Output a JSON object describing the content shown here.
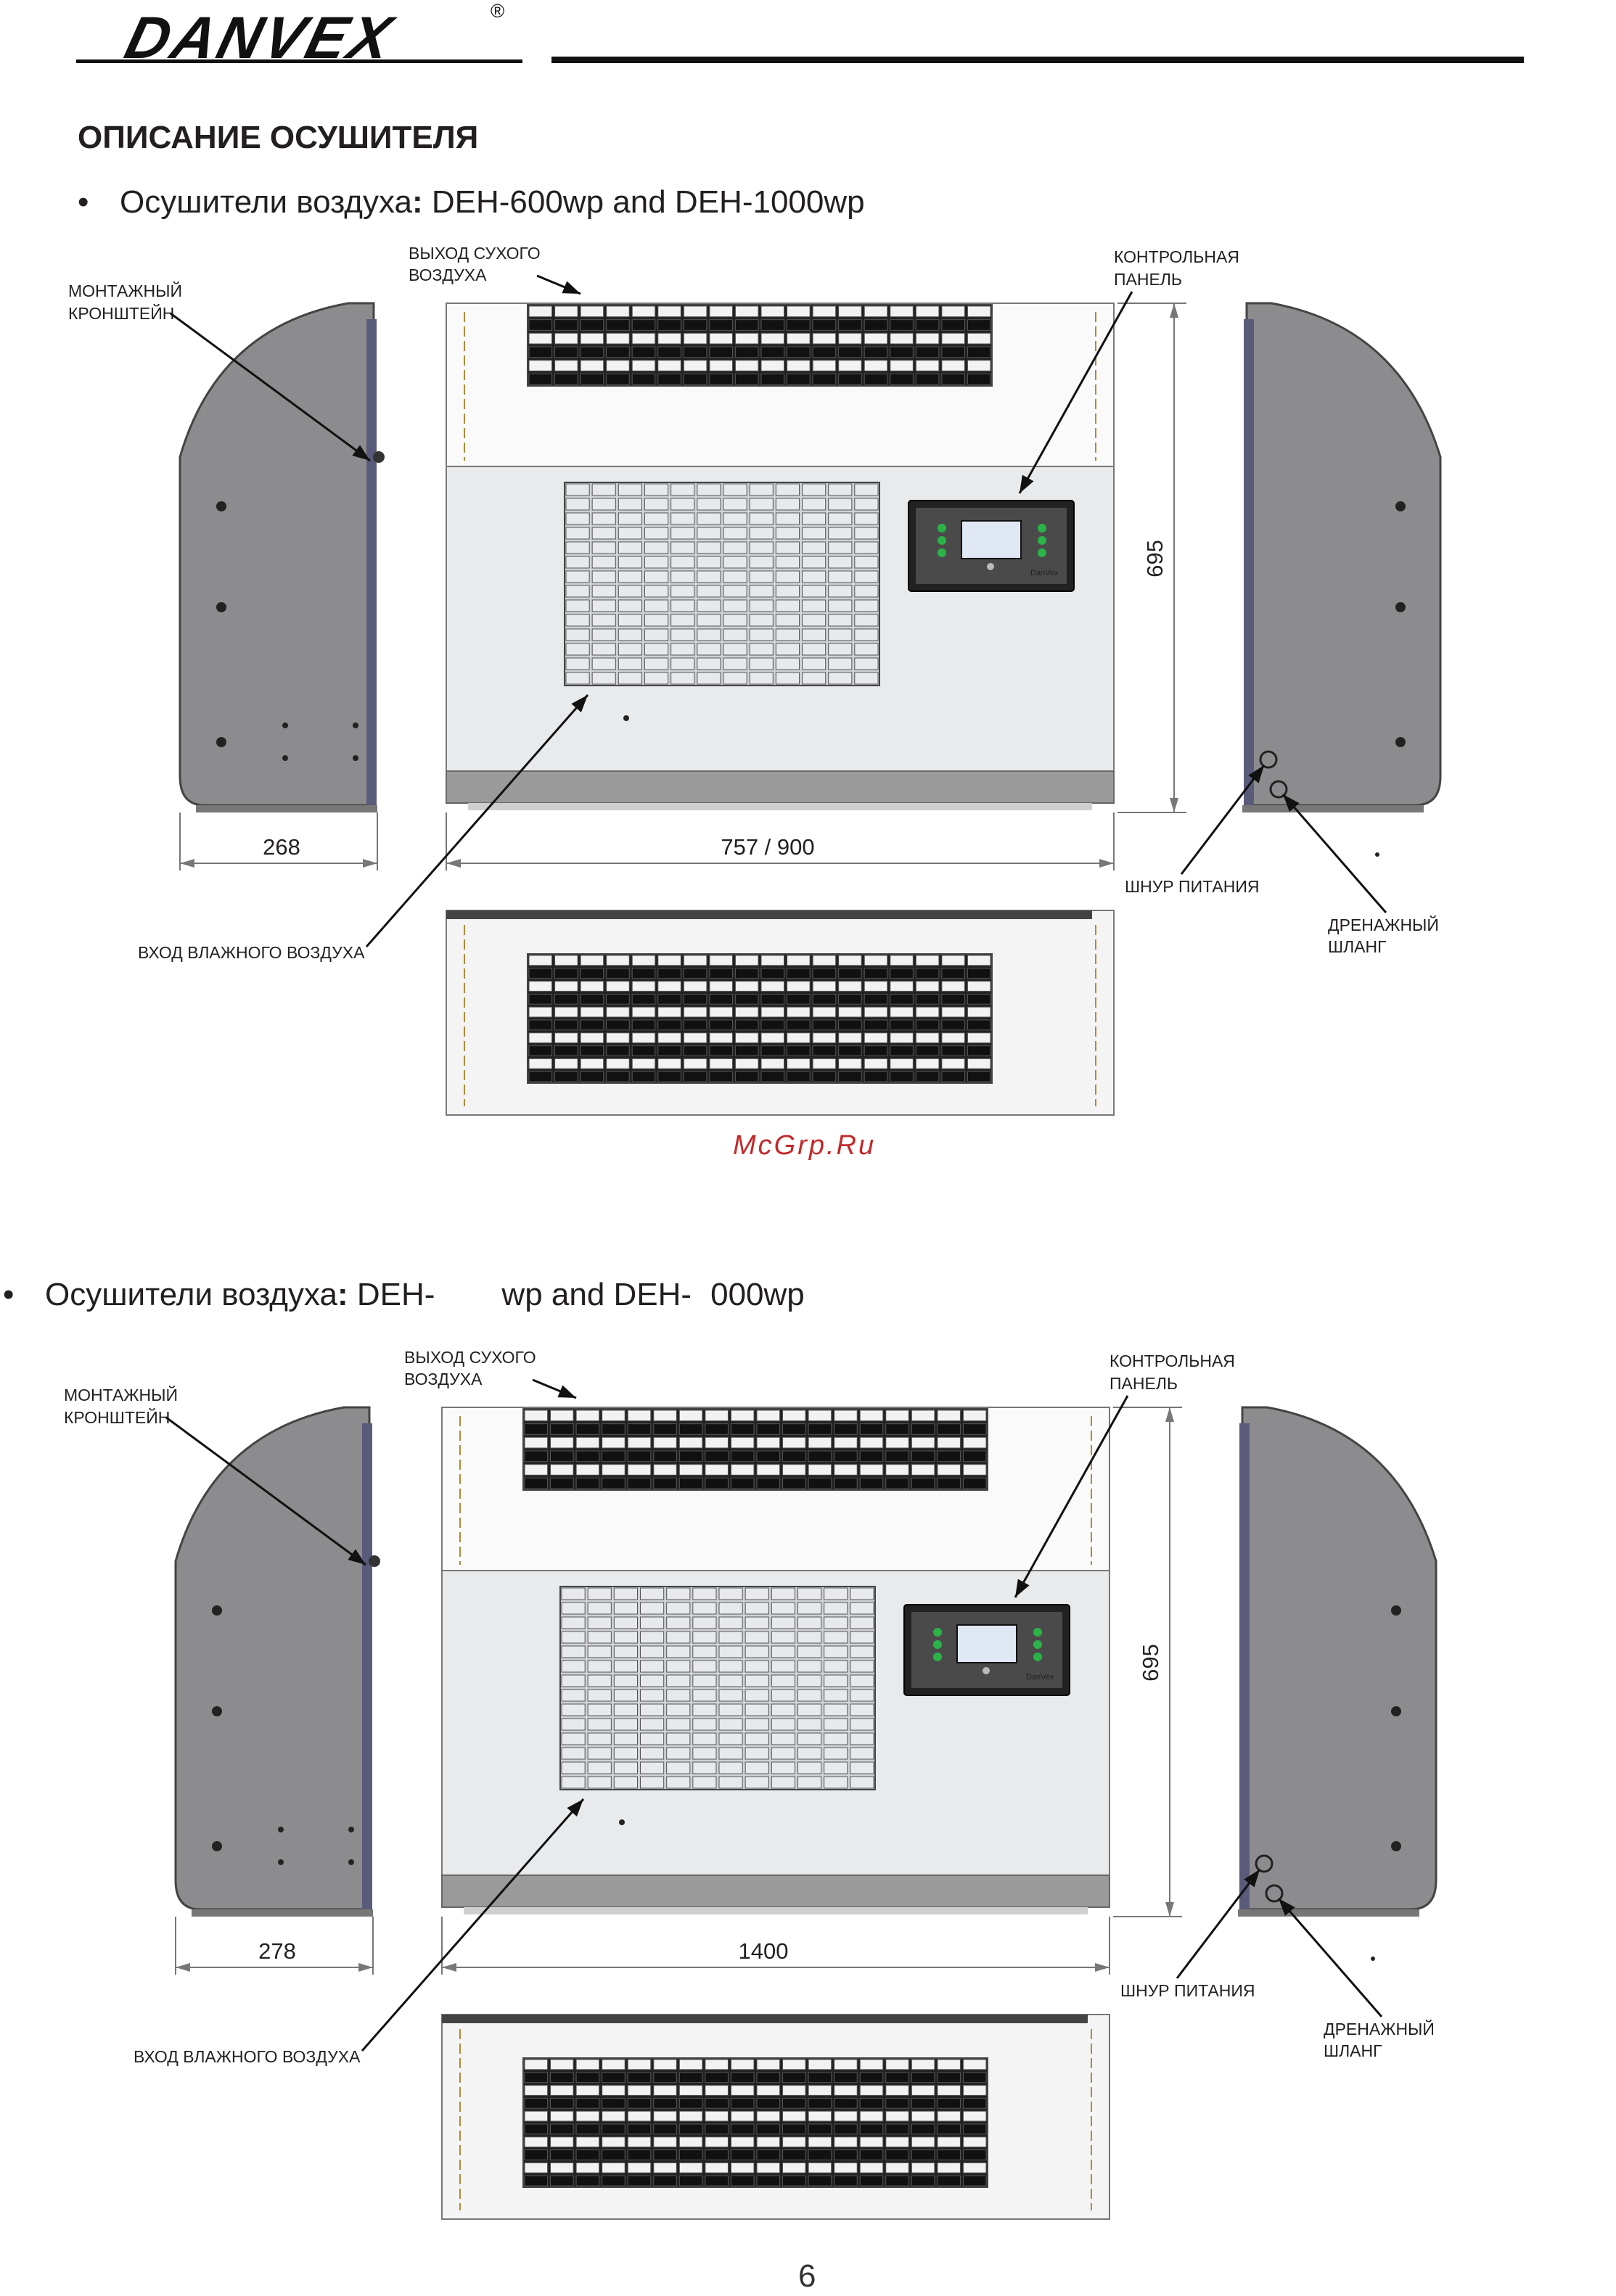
{
  "header": {
    "logo_text": "DANVEX",
    "logo_mark": "®"
  },
  "page": {
    "section_title": "ОПИСАНИЕ ОСУШИТЕЛЯ",
    "bullet": "•",
    "page_number": "6",
    "watermark": "McGrp.Ru"
  },
  "model_1": {
    "heading_prefix": "Осушители воздуха",
    "heading_colon": ":",
    "heading_models": "DEH-600wp and DEH-1000wp"
  },
  "model_2": {
    "heading_prefix": "Осушители воздуха",
    "heading_colon": ":",
    "heading_part_a": "DEH-",
    "heading_part_b": "wp and DEH-",
    "heading_part_c": "000wp"
  },
  "labels": {
    "mount_bracket_1": "МОНТАЖНЫЙ",
    "mount_bracket_2": "КРОНШТЕЙН",
    "dry_out_1": "ВЫХОД СУХОГО",
    "dry_out_2": "ВОЗДУХА",
    "control_panel_1": "КОНТРОЛЬНАЯ",
    "control_panel_2": "ПАНЕЛЬ",
    "humid_in": "ВХОД ВЛАЖНОГО ВОЗДУХА",
    "power_cord": "ШНУР ПИТАНИЯ",
    "drain_1": "ДРЕНАЖНЫЙ",
    "drain_2": "ШЛАНГ",
    "panel_brand": "DanVex"
  },
  "diagram_1": {
    "depth": "268",
    "width": "757 / 900",
    "height": "695"
  },
  "diagram_2": {
    "depth": "278",
    "width": "1400",
    "height": "695"
  },
  "colors": {
    "front_panel": "#e9eaec",
    "side_panel": "#8c8c8e",
    "grille": "#4a4a4a",
    "base": "#9a9a9a"
  }
}
